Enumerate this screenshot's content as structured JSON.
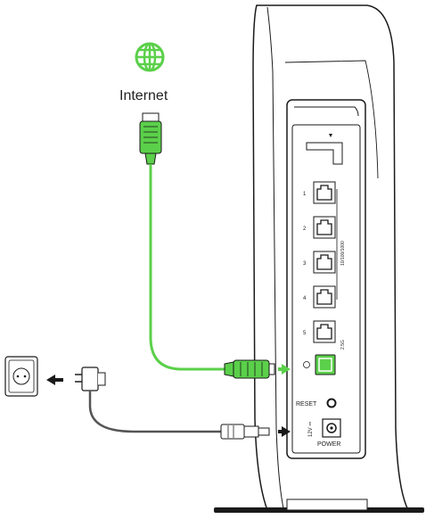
{
  "labels": {
    "internet": "Internet",
    "reset": "RESET",
    "power": "POWER",
    "power_rating": "12V ⎓",
    "lan_group": "10/100/1000",
    "port_numbers": [
      "1",
      "2",
      "3",
      "4",
      "5"
    ],
    "wan_port_label": "2.5G"
  },
  "colors": {
    "accent_green": "#5bd04a",
    "outline": "#1a1a1a",
    "cable_gray": "#555555"
  },
  "icons": {
    "internet": "globe-icon",
    "outlet": "power-outlet-icon",
    "adapter": "power-adapter-icon",
    "arrow": "arrow-left-icon"
  }
}
